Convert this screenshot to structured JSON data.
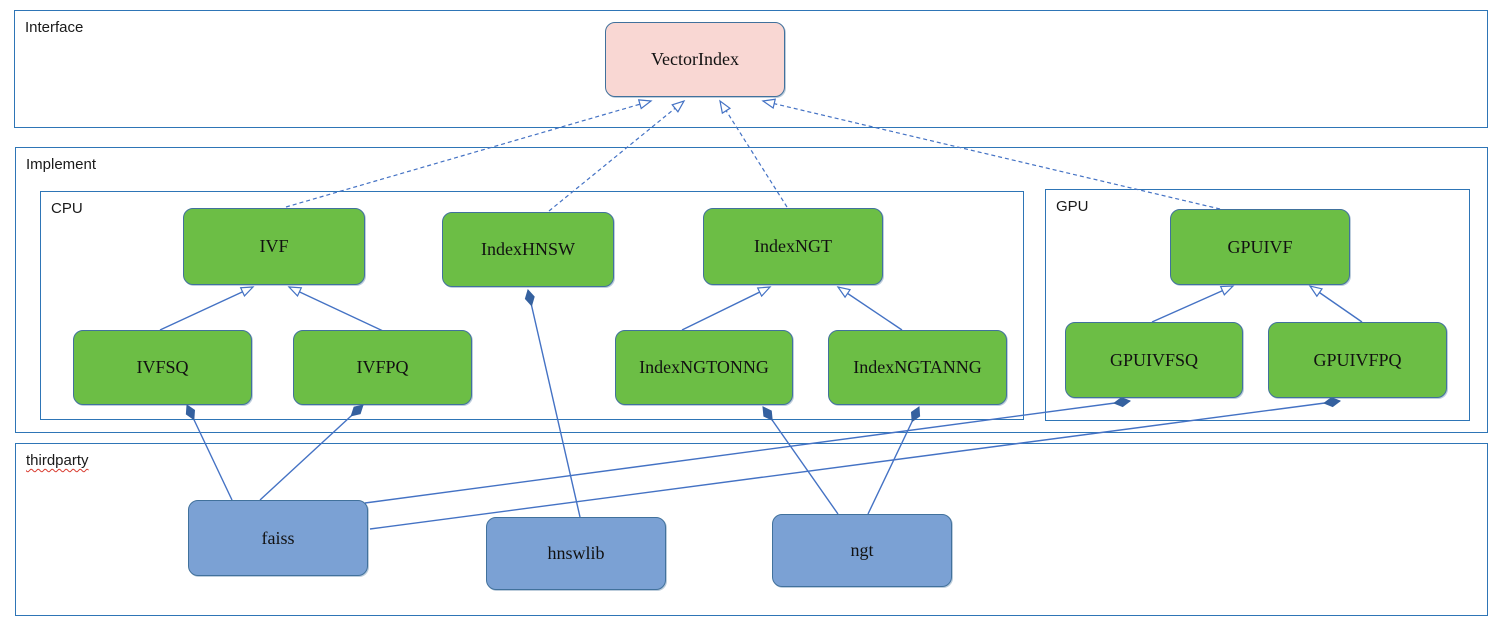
{
  "containers": {
    "interface": {
      "label": "Interface"
    },
    "implement": {
      "label": "Implement"
    },
    "cpu": {
      "label": "CPU"
    },
    "gpu": {
      "label": "GPU"
    },
    "thirdparty": {
      "label": "thirdparty"
    }
  },
  "nodes": {
    "vectorindex": {
      "label": "VectorIndex",
      "group": "interface"
    },
    "ivf": {
      "label": "IVF",
      "group": "cpu"
    },
    "indexhnsw": {
      "label": "IndexHNSW",
      "group": "cpu"
    },
    "indexngt": {
      "label": "IndexNGT",
      "group": "cpu"
    },
    "ivfsq": {
      "label": "IVFSQ",
      "group": "cpu"
    },
    "ivfpq": {
      "label": "IVFPQ",
      "group": "cpu"
    },
    "indexngtonng": {
      "label": "IndexNGTONNG",
      "group": "cpu"
    },
    "indexngtanng": {
      "label": "IndexNGTANNG",
      "group": "cpu"
    },
    "gpuivf": {
      "label": "GPUIVF",
      "group": "gpu"
    },
    "gpuivfsq": {
      "label": "GPUIVFSQ",
      "group": "gpu"
    },
    "gpuivfpq": {
      "label": "GPUIVFPQ",
      "group": "gpu"
    },
    "faiss": {
      "label": "faiss",
      "group": "thirdparty"
    },
    "hnswlib": {
      "label": "hnswlib",
      "group": "thirdparty"
    },
    "ngt": {
      "label": "ngt",
      "group": "thirdparty"
    }
  },
  "edges": [
    {
      "from": "ivf",
      "to": "vectorindex",
      "type": "realization"
    },
    {
      "from": "indexhnsw",
      "to": "vectorindex",
      "type": "realization"
    },
    {
      "from": "indexngt",
      "to": "vectorindex",
      "type": "realization"
    },
    {
      "from": "gpuivf",
      "to": "vectorindex",
      "type": "realization"
    },
    {
      "from": "ivfsq",
      "to": "ivf",
      "type": "generalization"
    },
    {
      "from": "ivfpq",
      "to": "ivf",
      "type": "generalization"
    },
    {
      "from": "indexngtonng",
      "to": "indexngt",
      "type": "generalization"
    },
    {
      "from": "indexngtanng",
      "to": "indexngt",
      "type": "generalization"
    },
    {
      "from": "gpuivfsq",
      "to": "gpuivf",
      "type": "generalization"
    },
    {
      "from": "gpuivfpq",
      "to": "gpuivf",
      "type": "generalization"
    },
    {
      "from": "faiss",
      "to": "ivfsq",
      "type": "composition"
    },
    {
      "from": "faiss",
      "to": "ivfpq",
      "type": "composition"
    },
    {
      "from": "faiss",
      "to": "gpuivfsq",
      "type": "composition"
    },
    {
      "from": "faiss",
      "to": "gpuivfpq",
      "type": "composition"
    },
    {
      "from": "hnswlib",
      "to": "indexhnsw",
      "type": "composition"
    },
    {
      "from": "ngt",
      "to": "indexngtonng",
      "type": "composition"
    },
    {
      "from": "ngt",
      "to": "indexngtanng",
      "type": "composition"
    }
  ],
  "colors": {
    "container_border": "#2e75b6",
    "interface_node_fill": "#f9d7d3",
    "implementation_node_fill": "#6cbe45",
    "thirdparty_node_fill": "#7ba1d4",
    "connector": "#4472c4",
    "diamond_fill": "#35619f",
    "spellcheck_underline": "#d83a2e"
  }
}
